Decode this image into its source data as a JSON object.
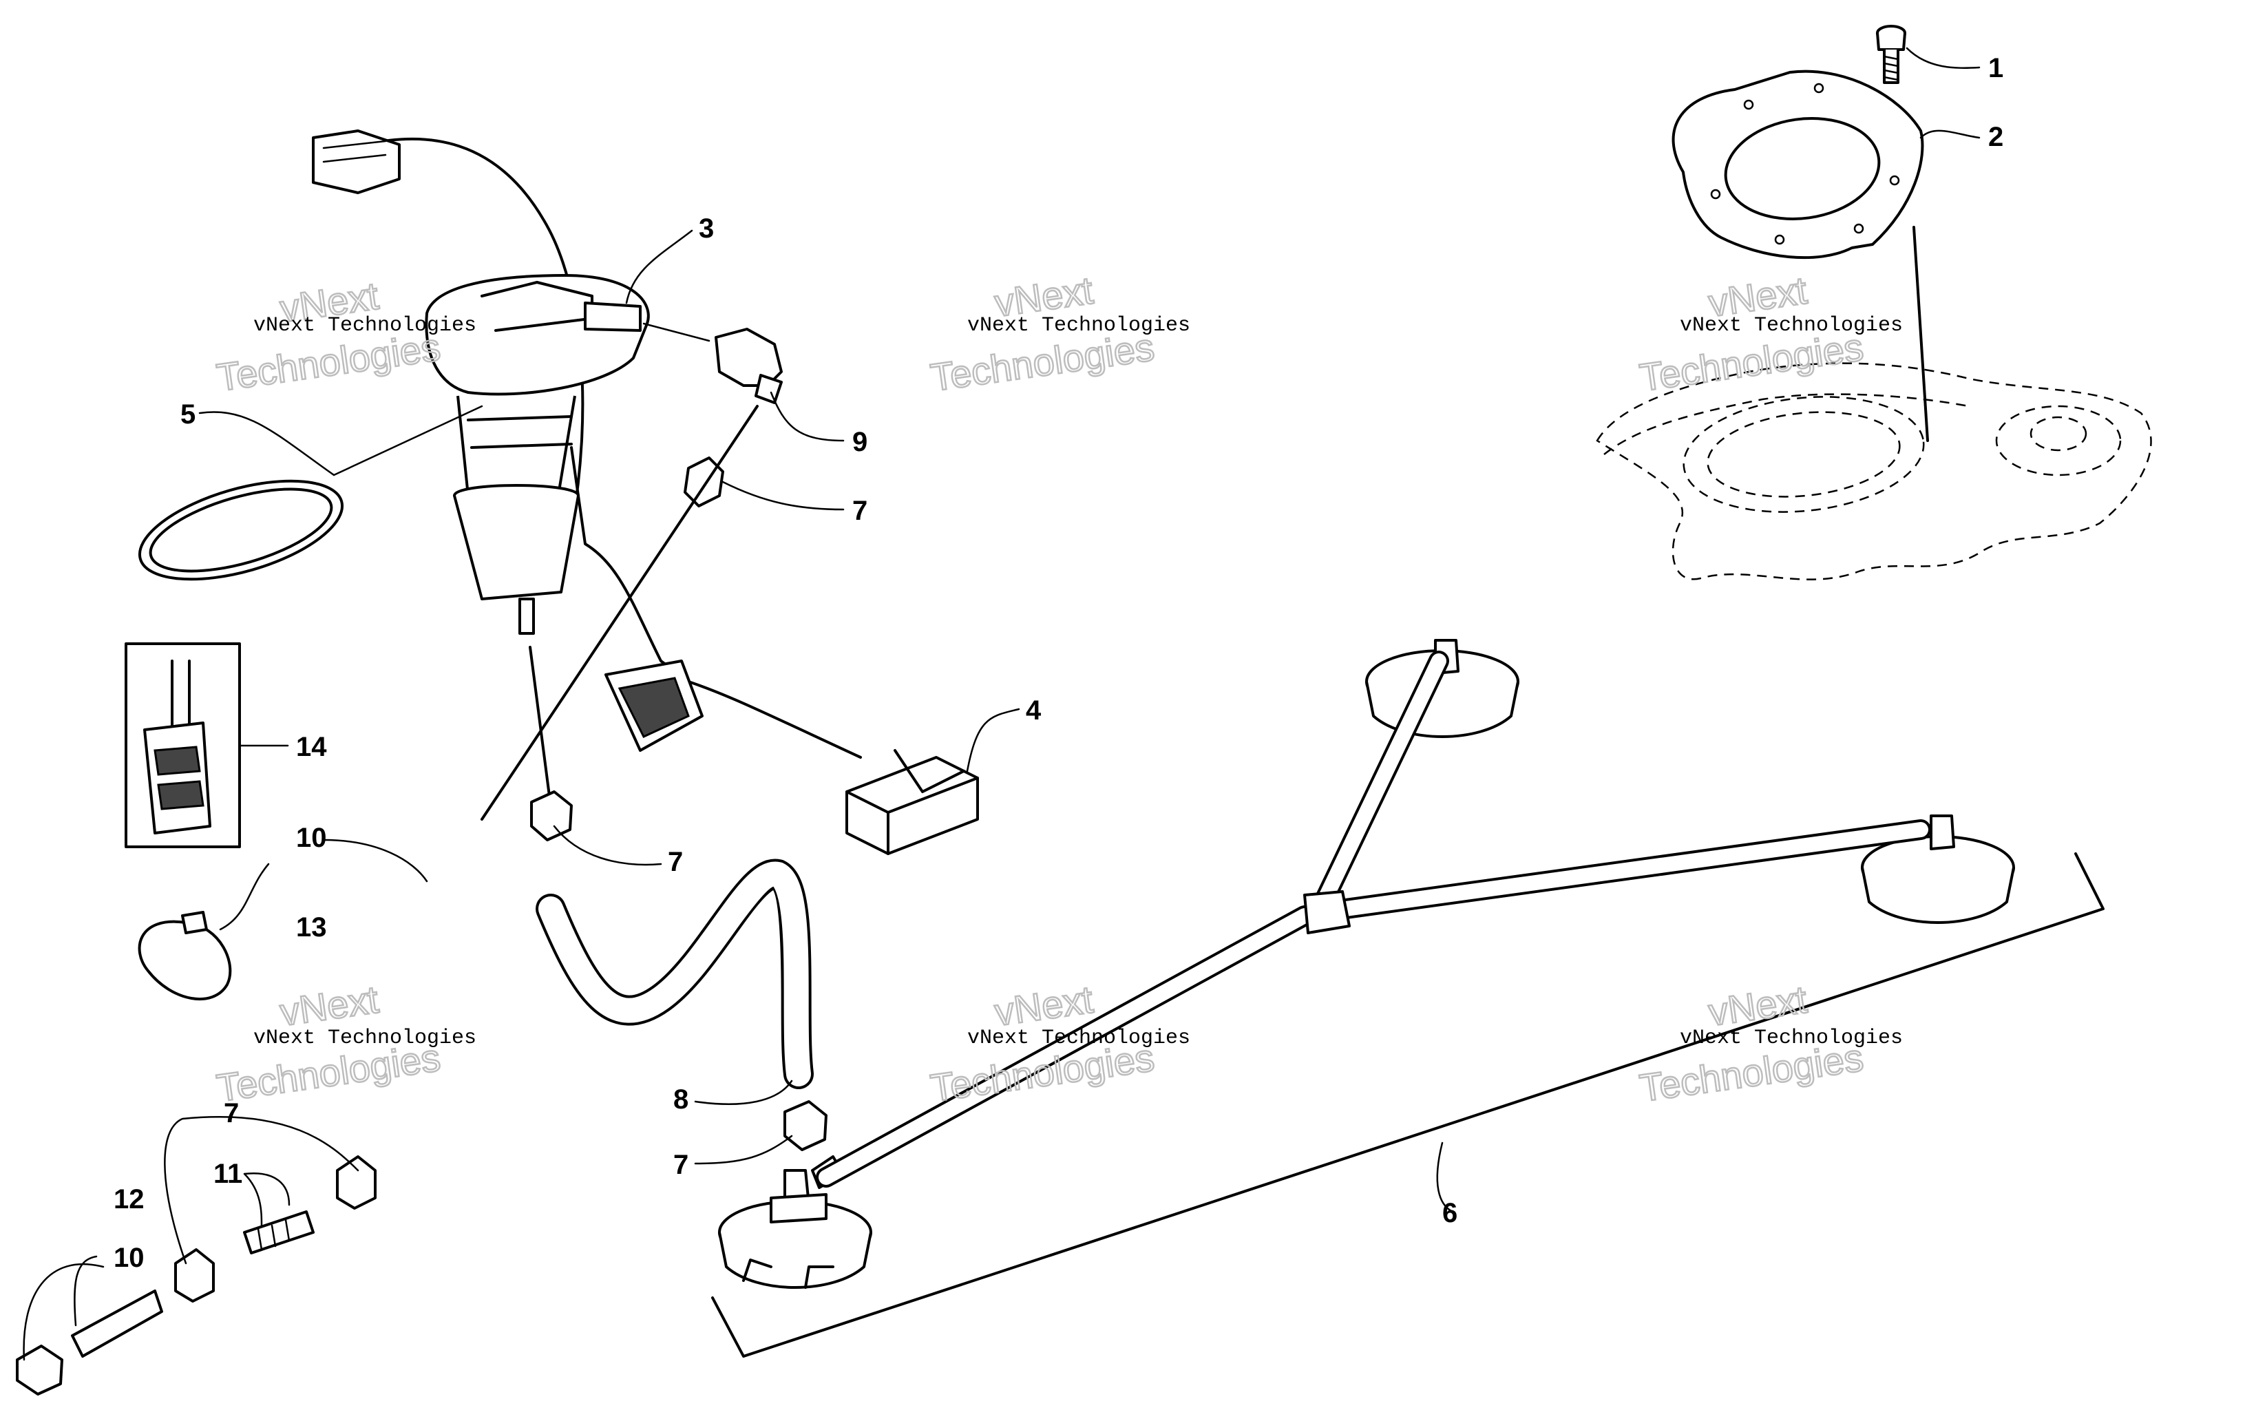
{
  "callouts": {
    "c1": "1",
    "c2": "2",
    "c3": "3",
    "c4": "4",
    "c5": "5",
    "c6": "6",
    "c7a": "7",
    "c7b": "7",
    "c7c": "7",
    "c7d": "7",
    "c7e": "7",
    "c8": "8",
    "c9": "9",
    "c10a": "10",
    "c10b": "10",
    "c11": "11",
    "c12": "12",
    "c13": "13",
    "c14": "14"
  },
  "watermark": {
    "line1": "vNext",
    "line2": "vNext Technologies",
    "line3": "Technologies"
  }
}
